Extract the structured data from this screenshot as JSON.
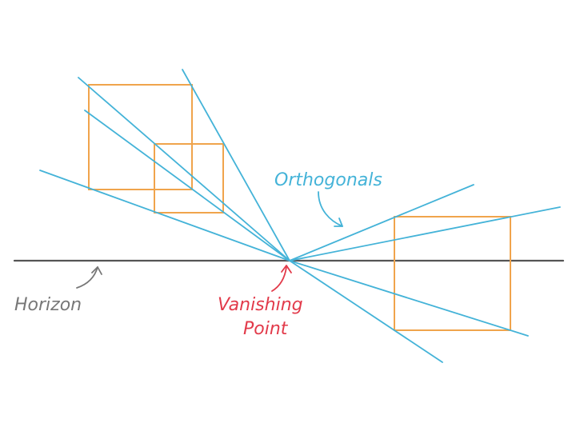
{
  "colors": {
    "orthogonal": "#44b3d8",
    "square": "#f0a44c",
    "horizon": "#555555",
    "horizon_label": "#777777",
    "vanishing_label": "#e23a4a",
    "background": "#ffffff"
  },
  "labels": {
    "orthogonals": "Orthogonals",
    "horizon": "Horizon",
    "vanishing_line1": "Vanishing",
    "vanishing_line2": "Point"
  },
  "elements": {
    "orthogonal_count": 8,
    "square_count": 3
  }
}
